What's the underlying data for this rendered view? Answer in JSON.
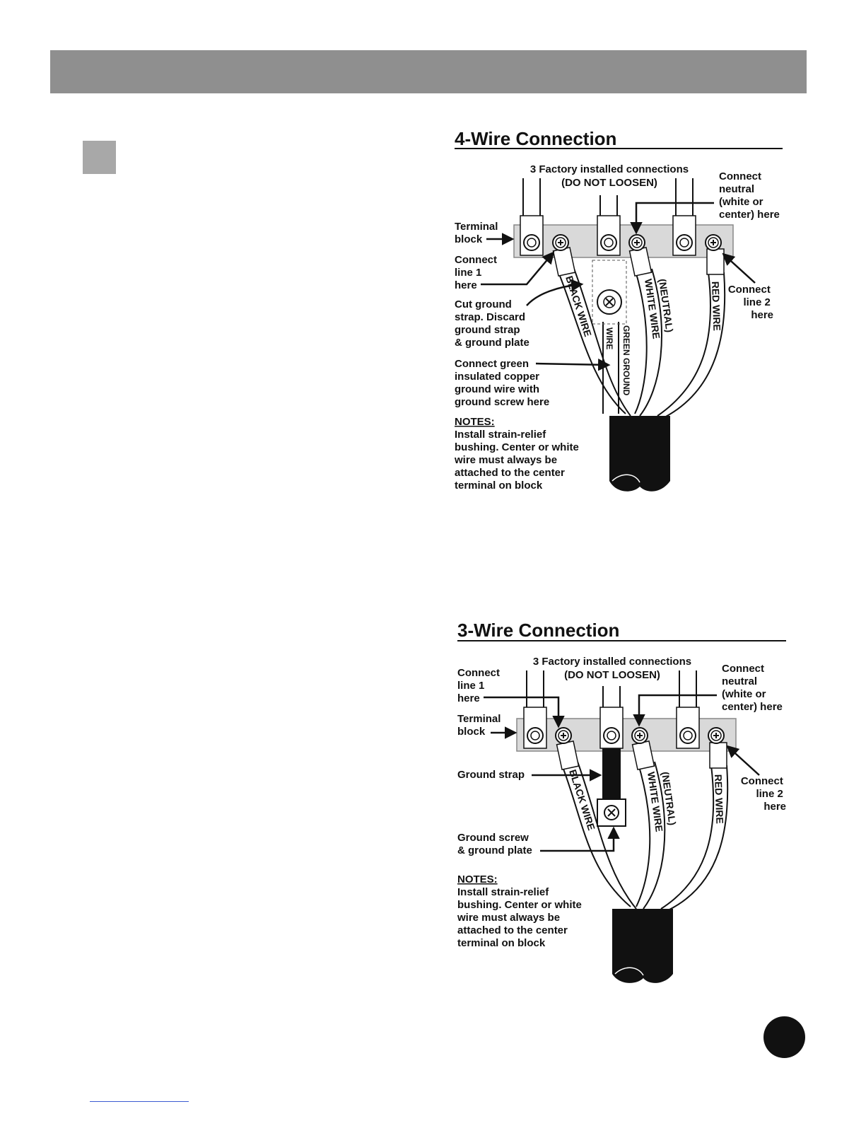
{
  "four_wire": {
    "title": "4-Wire Connection",
    "factory_line1": "3 Factory installed connections",
    "factory_line2": "(DO NOT LOOSEN)",
    "terminal": [
      "Terminal",
      "block"
    ],
    "line1": [
      "Connect",
      "line 1",
      "here"
    ],
    "cut_ground": [
      "Cut ground",
      "strap. Discard",
      "ground strap",
      "& ground plate"
    ],
    "connect_green": [
      "Connect green",
      "insulated copper",
      "ground wire with",
      "ground screw here"
    ],
    "neutral": [
      "Connect",
      "neutral",
      "(white or",
      "center) here"
    ],
    "line2": [
      "Connect",
      "line 2",
      "here"
    ],
    "notes_title": "NOTES:",
    "notes": [
      "Install strain-relief",
      "bushing. Center or white",
      "wire must always be",
      "attached to the center",
      "terminal on block"
    ],
    "black_wire": "BLACK WIRE",
    "white_wire": "WHITE WIRE",
    "neutral_label": "(NEUTRAL)",
    "red_wire": "RED WIRE",
    "green_ground": "GREEN GROUND",
    "wire": "WIRE"
  },
  "three_wire": {
    "title": "3-Wire Connection",
    "factory_line1": "3 Factory installed connections",
    "factory_line2": "(DO NOT LOOSEN)",
    "line1": [
      "Connect",
      "line 1",
      "here"
    ],
    "terminal": [
      "Terminal",
      "block"
    ],
    "ground_strap": "Ground strap",
    "ground_screw": [
      "Ground screw",
      "& ground plate"
    ],
    "neutral": [
      "Connect",
      "neutral",
      "(white or",
      "center) here"
    ],
    "line2": [
      "Connect",
      "line 2",
      "here"
    ],
    "notes_title": "NOTES:",
    "notes": [
      "Install strain-relief",
      "bushing. Center or white",
      "wire must always be",
      "attached to the center",
      "terminal on block"
    ],
    "black_wire": "BLACK WIRE",
    "white_wire": "WHITE WIRE",
    "neutral_label": "(NEUTRAL)",
    "red_wire": "RED WIRE"
  }
}
